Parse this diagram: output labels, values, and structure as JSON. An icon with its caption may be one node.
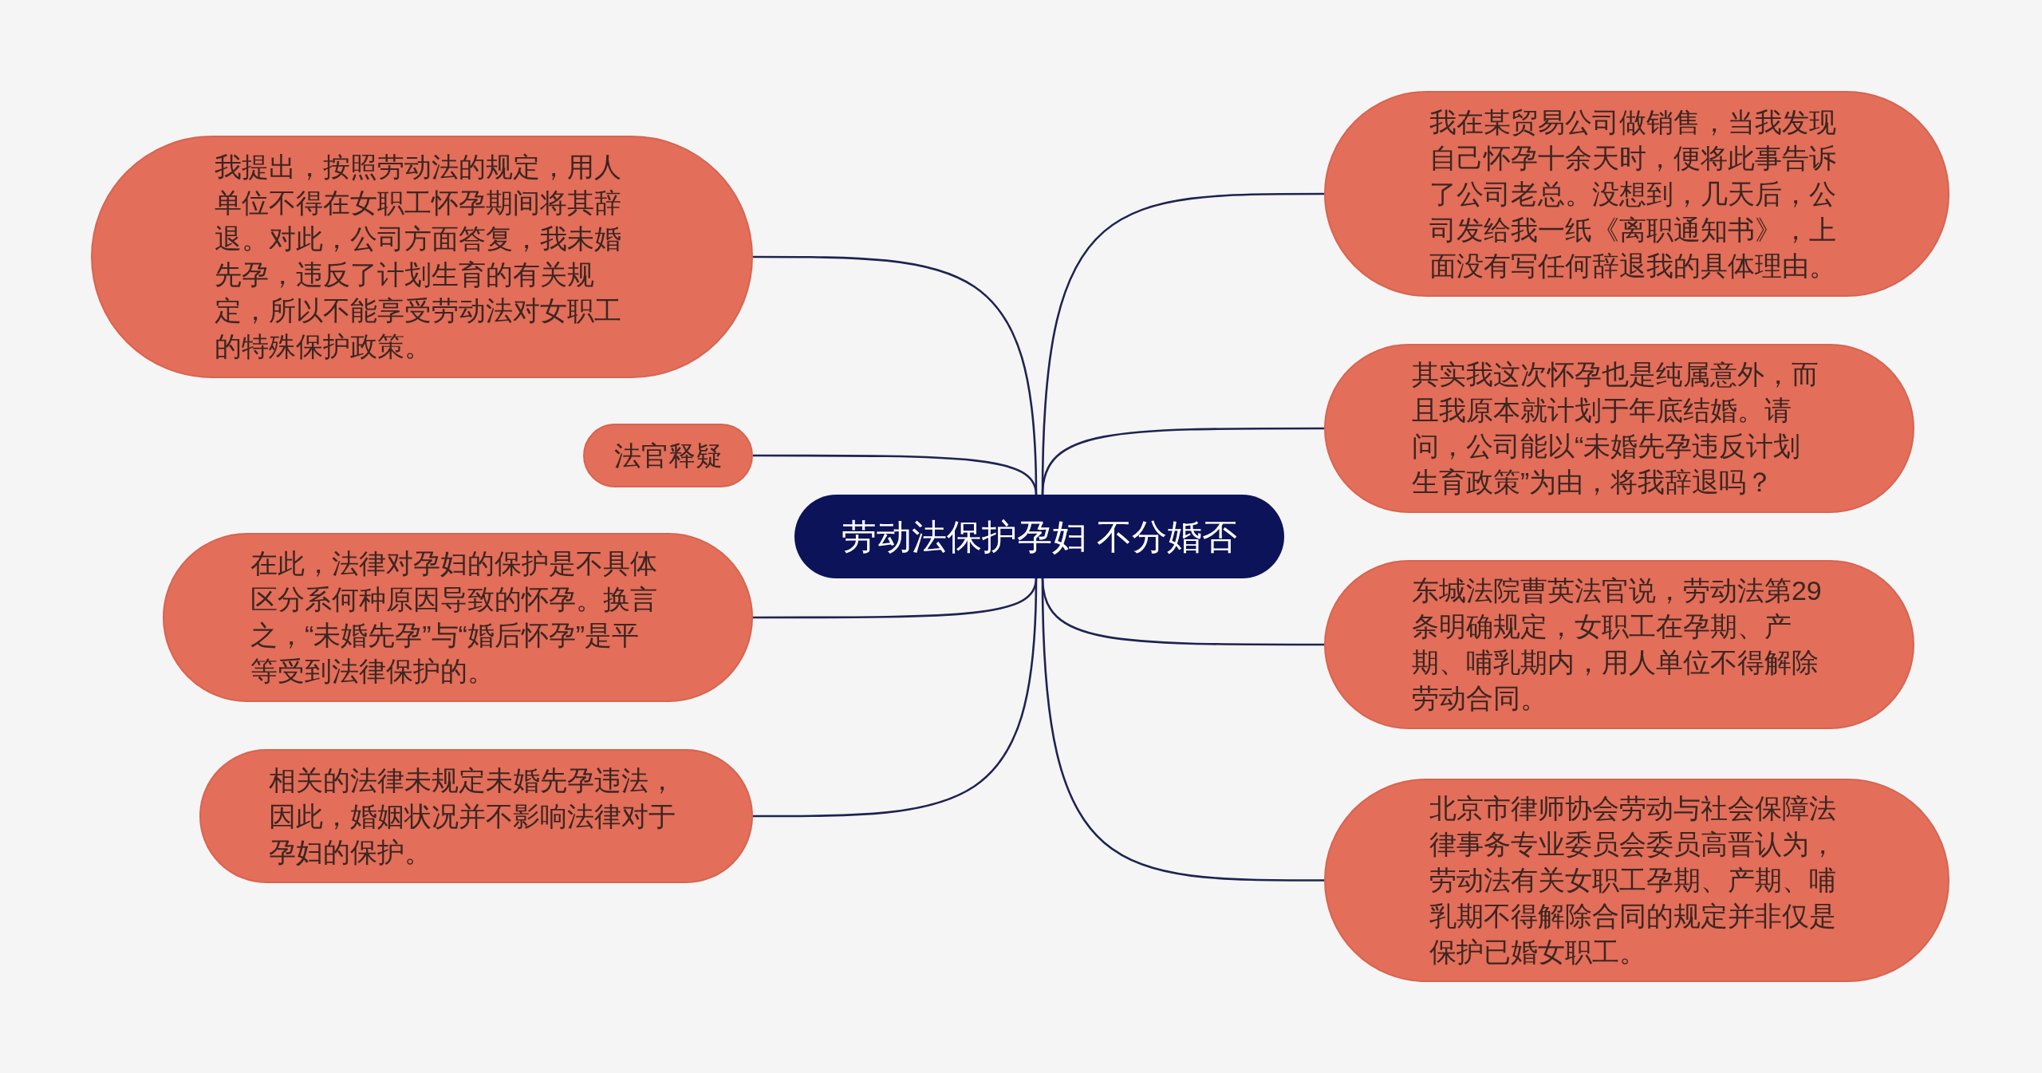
{
  "diagram": {
    "nodes": [
      {
        "text": [
          "劳动法保护孕妇 不分婚否"
        ]
      },
      {
        "text": [
          "我提出，按照劳动法的规定，用人单位不得在女职工怀孕期间将其辞退。对此，公司方面答复，我未婚先孕，违反了计划生育的有关规定，所以不能享受劳动法对女职工的特殊保护政策。"
        ]
      },
      {
        "text": [
          "法官释疑"
        ]
      },
      {
        "text": [
          "在此，法律对孕妇的保护是不具体区分系何种原因导致的怀孕。换言之，“未婚先孕”与“婚后怀孕”是平等受到法律保护的。"
        ]
      },
      {
        "text": [
          "相关的法律未规定未婚先孕违法，因此，婚姻状况并不影响法律对于孕妇的保护。"
        ]
      },
      {
        "text": [
          "我在某贸易公司做销售，当我发现自己怀孕十余天时，便将此事告诉了公司老总。没想到，几天后，公司发给我一纸《离职通知书》，上面没有写任何辞退我的具体理由。"
        ]
      },
      {
        "text": [
          "其实我这次怀孕也是纯属意外，而且我原本就计划于年底结婚。请问，公司能以“未婚先孕违反计划生育政策”为由，将我辞退吗？"
        ]
      },
      {
        "text": [
          "东城法院曹英法官说，劳动法第29条明确规定，女职工在孕期、产期、哺乳期内，用人单位不得解除劳动合同。"
        ]
      },
      {
        "text": [
          "北京市律师协会劳动与社会保障法律事务专业委员会委员高晋认为，劳动法有关女职工孕期、产期、哺乳期不得解除合同的规定并非仅是保护已婚女职工。"
        ]
      }
    ],
    "edges": [
      {
        "from": 0,
        "to": 1,
        "arrow": "none"
      },
      {
        "from": 0,
        "to": 2,
        "arrow": "none"
      },
      {
        "from": 0,
        "to": 3,
        "arrow": "none"
      },
      {
        "from": 0,
        "to": 4,
        "arrow": "none"
      },
      {
        "from": 0,
        "to": 5,
        "arrow": "none"
      },
      {
        "from": 0,
        "to": 6,
        "arrow": "none"
      },
      {
        "from": 0,
        "to": 7,
        "arrow": "none"
      },
      {
        "from": 0,
        "to": 8,
        "arrow": "none"
      }
    ]
  }
}
